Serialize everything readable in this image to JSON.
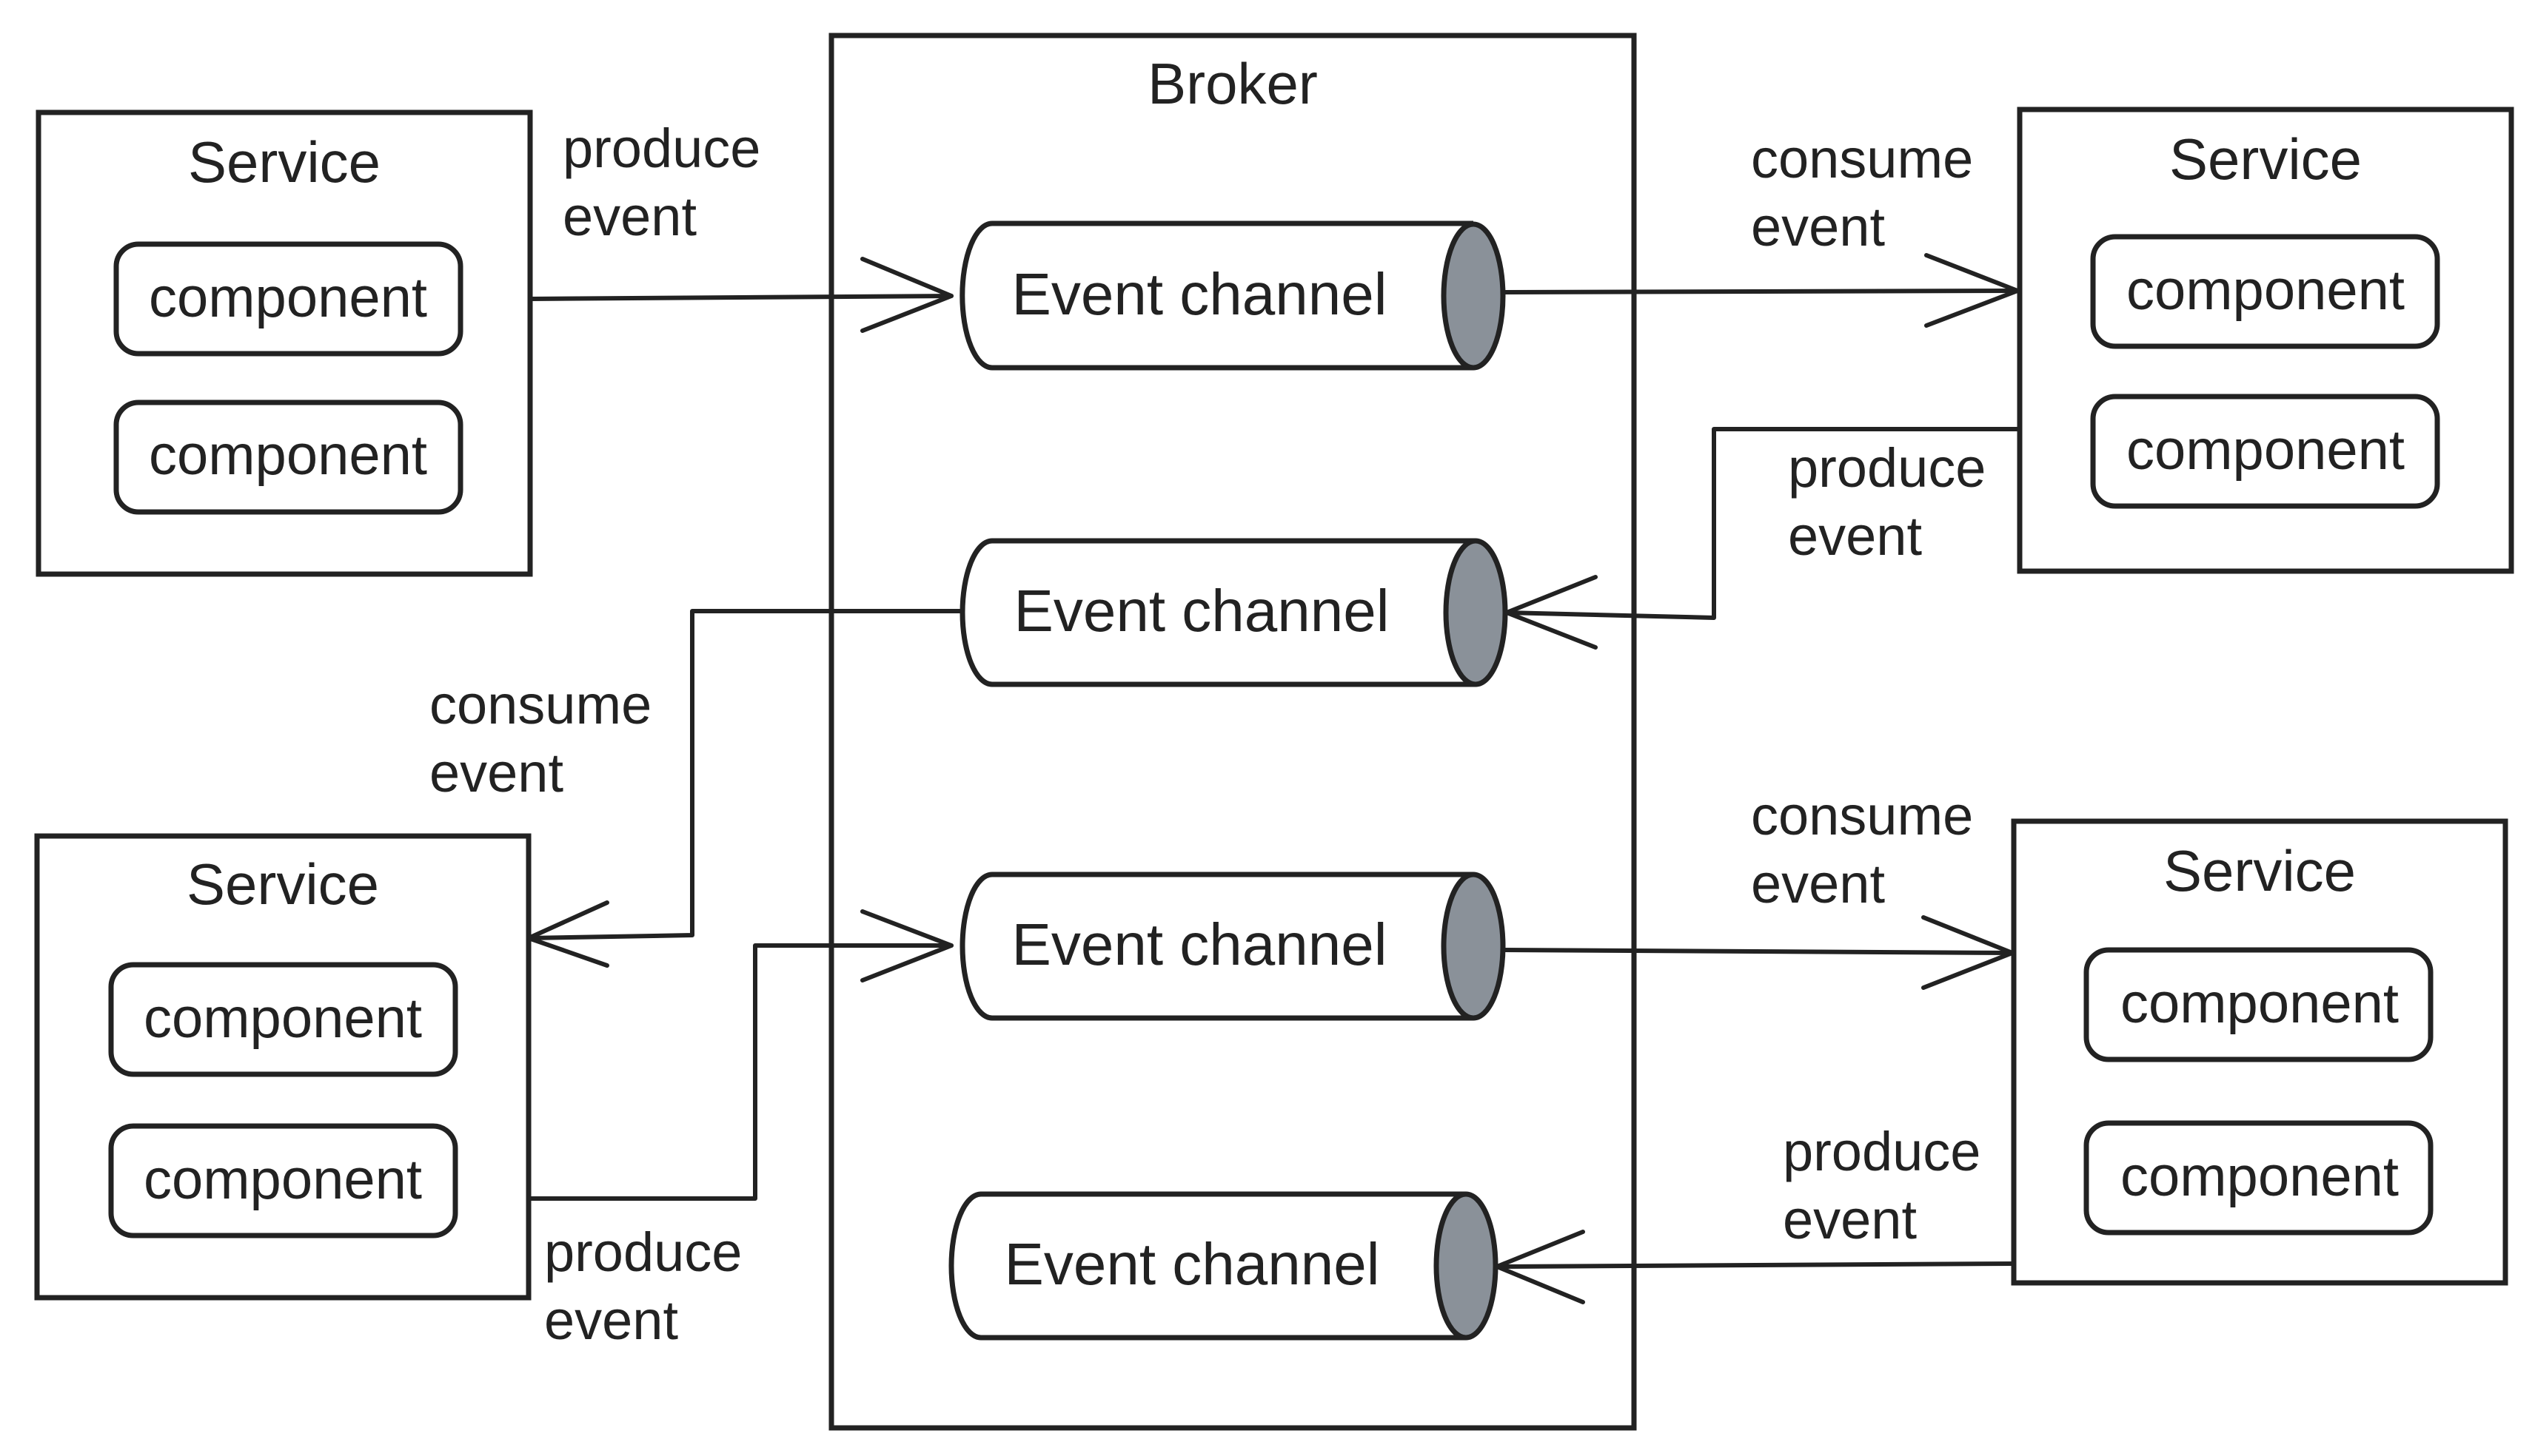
{
  "broker": {
    "title": "Broker"
  },
  "services": [
    {
      "title": "Service",
      "components": [
        "component",
        "component"
      ]
    },
    {
      "title": "Service",
      "components": [
        "component",
        "component"
      ]
    },
    {
      "title": "Service",
      "components": [
        "component",
        "component"
      ]
    },
    {
      "title": "Service",
      "components": [
        "component",
        "component"
      ]
    }
  ],
  "channels": [
    {
      "label": "Event channel"
    },
    {
      "label": "Event channel"
    },
    {
      "label": "Event channel"
    },
    {
      "label": "Event channel"
    }
  ],
  "edges": [
    {
      "line1": "produce",
      "line2": "event"
    },
    {
      "line1": "consume",
      "line2": "event"
    },
    {
      "line1": "produce",
      "line2": "event"
    },
    {
      "line1": "consume",
      "line2": "event"
    },
    {
      "line1": "produce",
      "line2": "event"
    },
    {
      "line1": "consume",
      "line2": "event"
    },
    {
      "line1": "produce",
      "line2": "event"
    }
  ],
  "colors": {
    "stroke": "#222222",
    "cap": "#8a9199"
  }
}
